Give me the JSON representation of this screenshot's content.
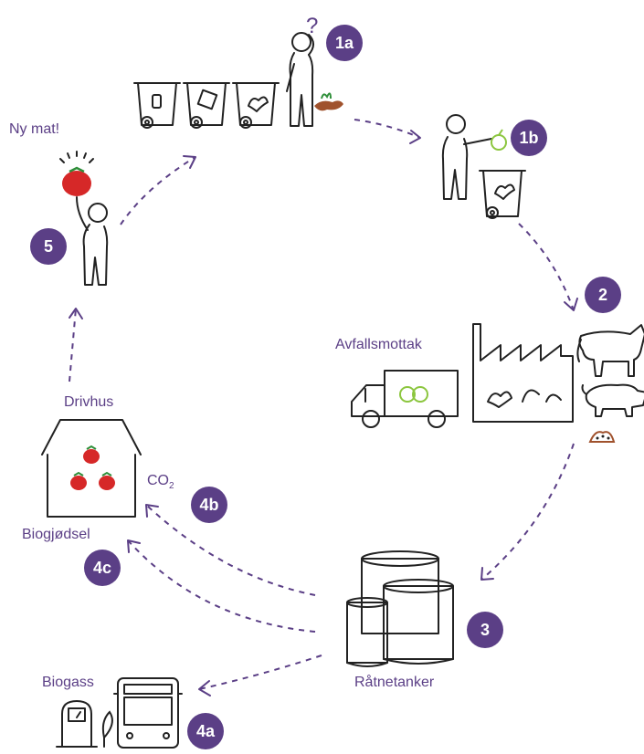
{
  "colors": {
    "accent": "#5b3f86",
    "line": "#222222",
    "tomato": "#d62828",
    "leaf": "#2f8f3a",
    "food_scrap": "#a0522d",
    "bag_green": "#8cc63f"
  },
  "labels": {
    "question_mark": "?",
    "new_food": "Ny mat!",
    "waste_reception": "Avfallsmottak",
    "greenhouse": "Drivhus",
    "co2_main": "CO",
    "co2_sub": "2",
    "biofertilizer": "Biogjødsel",
    "digestion_tanks": "Råtnetanker",
    "biogas": "Biogass"
  },
  "steps": {
    "s1a": "1a",
    "s1b": "1b",
    "s2": "2",
    "s3": "3",
    "s4a": "4a",
    "s4b": "4b",
    "s4c": "4c",
    "s5": "5"
  },
  "icons": [
    "waste-bins-icon",
    "person-thinking-icon",
    "person-sorting-icon",
    "food-waste-bin-icon",
    "garbage-truck-icon",
    "factory-icon",
    "cow-icon",
    "pig-icon",
    "digestion-tanks-icon",
    "greenhouse-icon",
    "tomato-icon",
    "fuel-pump-icon",
    "bus-icon",
    "person-new-food-icon"
  ]
}
